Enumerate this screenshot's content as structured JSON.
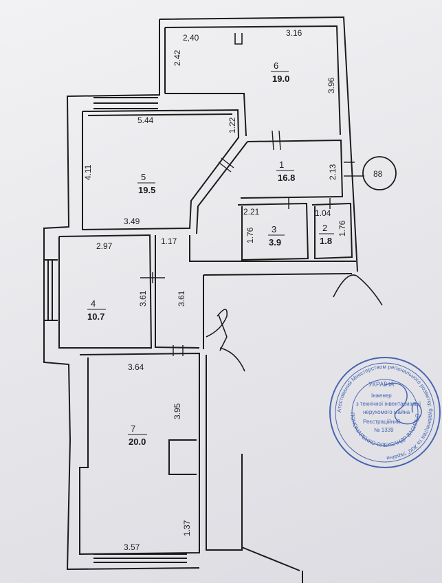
{
  "rooms": {
    "r1": {
      "number": "1",
      "area": "16.8"
    },
    "r2": {
      "number": "2",
      "area": "1.8"
    },
    "r3": {
      "number": "3",
      "area": "3.9"
    },
    "r4": {
      "number": "4",
      "area": "10.7"
    },
    "r5": {
      "number": "5",
      "area": "19.5"
    },
    "r6": {
      "number": "6",
      "area": "19.0"
    },
    "r7": {
      "number": "7",
      "area": "20.0"
    }
  },
  "dimensions": {
    "d_240": "2,40",
    "d_316": "3.16",
    "d_242": "2.42",
    "d_396": "3.96",
    "d_544": "5.44",
    "d_122": "1.22",
    "d_411": "4.11",
    "d_213": "2.13",
    "d_349": "3.49",
    "d_221": "2.21",
    "d_104": "1.04",
    "d_176a": "1.76",
    "d_176b": "1.76",
    "d_297": "2.97",
    "d_117": "1.17",
    "d_361a": "3.61",
    "d_361b": "3.61",
    "d_364": "3.64",
    "d_395": "3.95",
    "d_137": "1.37",
    "d_357": "3.57"
  },
  "marker": {
    "label": "88"
  },
  "stamp": {
    "ring_text": "Атестований Міністерством регіонального розвитку, будівництва та ЖКГ України",
    "country": "УКРАЇНА",
    "line1": "Інженер",
    "line2": "з технічної інвентаризації",
    "line3": "нерухомого майна",
    "reg_label": "Реєстраційний",
    "reg_number": "№ 1339",
    "name_arc": "ПОНОМАРЕНКО ОЛЕКСАНДР ВАСИЛЬОВИЧ"
  },
  "colors": {
    "ink": "#1b1b1b",
    "stamp": "#2b4fa8",
    "paper": "#ececef"
  }
}
